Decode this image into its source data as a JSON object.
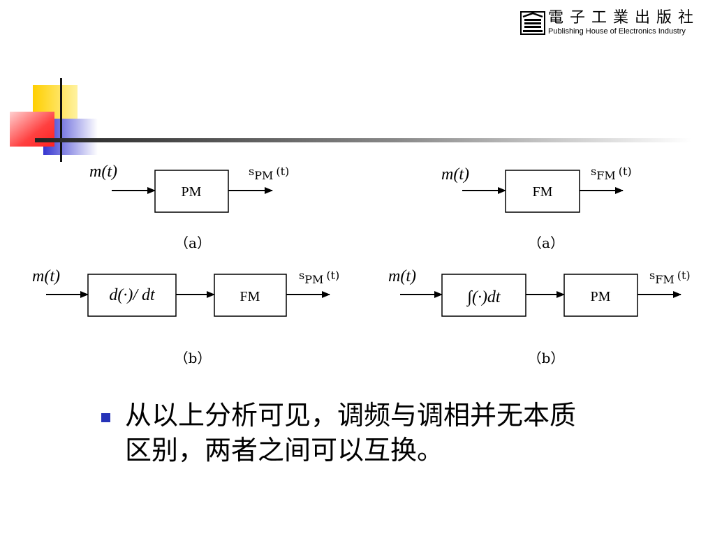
{
  "publisher": {
    "name_cn": "電子工業出版社",
    "name_en": "Publishing House of Electronics Industry"
  },
  "diagram": {
    "top_left": {
      "input": "m(t)",
      "block": "PM",
      "output_base": "s",
      "output_sub": "PM",
      "output_arg": "(t)",
      "caption": "（a）"
    },
    "top_right": {
      "input": "m(t)",
      "block": "FM",
      "output_base": "s",
      "output_sub": "FM",
      "output_arg": "(t)",
      "caption": "（a）"
    },
    "bottom_left": {
      "input": "m(t)",
      "block1": "d(·)/ dt",
      "block2": "FM",
      "output_base": "s",
      "output_sub": "PM",
      "output_arg": "(t)",
      "caption": "（b）"
    },
    "bottom_right": {
      "input": "m(t)",
      "block1": "∫(·)dt",
      "block2": "PM",
      "output_base": "s",
      "output_sub": "FM",
      "output_arg": "(t)",
      "caption": "（b）"
    }
  },
  "bullet": {
    "line1": "从以上分析可见，调频与调相并无本质",
    "line2": "区别，两者之间可以互换。"
  },
  "colors": {
    "bullet": "#2633b8",
    "deco_yellow": "#ffd200",
    "deco_red": "#ff3b3b",
    "deco_blue": "#3c3cd8"
  }
}
